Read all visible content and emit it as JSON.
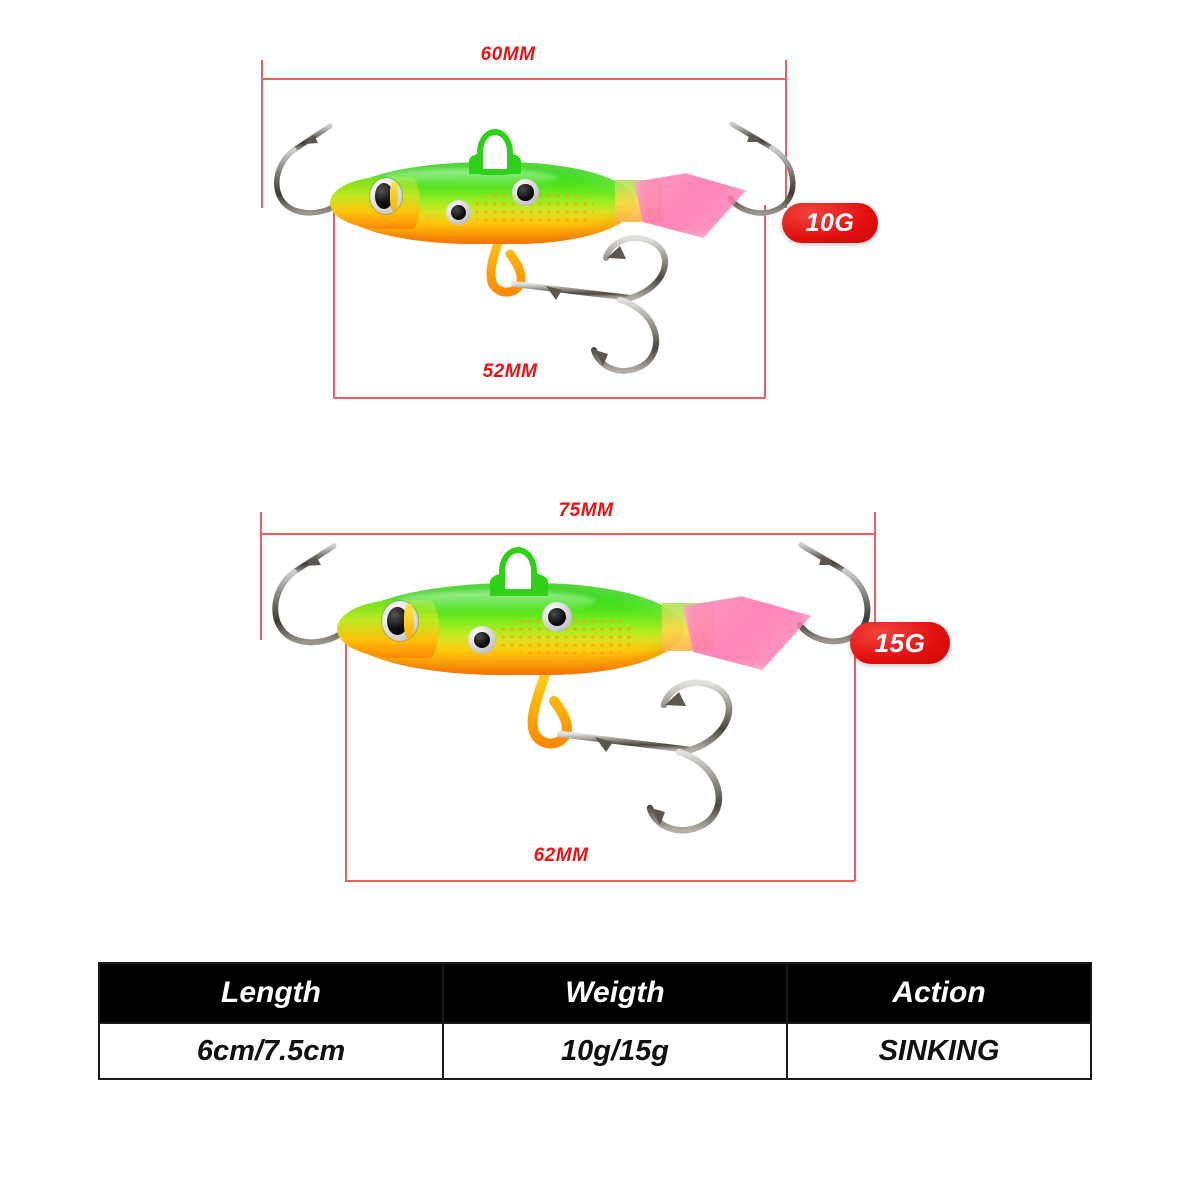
{
  "page": {
    "background": "#ffffff",
    "accent_red": "#ee1111",
    "dim_line_color": "#f15d5d",
    "badge_color": "#e2100f"
  },
  "lures": [
    {
      "id": "lure-10g",
      "badge_label": "10G",
      "total_length_label": "60MM",
      "body_length_label": "52MM",
      "body_colors": {
        "back": "#2fd118",
        "mid": "#9bee20",
        "belly": "#ff9f08",
        "tail_fin": "#ff73af",
        "eyelet": "#2fd118"
      },
      "eye": {
        "ring": "#e8e8e8",
        "pupil": "#111111",
        "streak": "#ffc400"
      },
      "hook_finish": "silver-chrome",
      "wire_color": "#ffb300"
    },
    {
      "id": "lure-15g",
      "badge_label": "15G",
      "total_length_label": "75MM",
      "body_length_label": "62MM",
      "body_colors": {
        "back": "#2fd118",
        "mid": "#9bee20",
        "belly": "#ff9f08",
        "tail_fin": "#ff73af",
        "eyelet": "#2fd118"
      },
      "eye": {
        "ring": "#e8e8e8",
        "pupil": "#111111",
        "streak": "#ffc400"
      },
      "hook_finish": "silver-chrome",
      "wire_color": "#ffb300"
    }
  ],
  "spec_table": {
    "headers": [
      "Length",
      "Weigth",
      "Action"
    ],
    "rows": [
      [
        "6cm/7.5cm",
        "10g/15g",
        "SINKING"
      ]
    ]
  }
}
